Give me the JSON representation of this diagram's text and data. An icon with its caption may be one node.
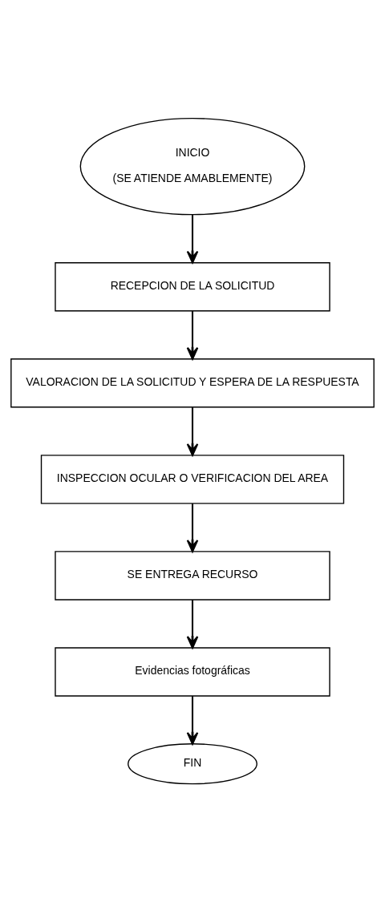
{
  "diagram": {
    "nodes": [
      {
        "text": [
          "INICIO",
          "(SE ATIENDE AMABLEMENTE)"
        ]
      },
      {
        "text": [
          "RECEPCION DE LA SOLICITUD"
        ]
      },
      {
        "text": [
          "VALORACION DE LA SOLICITUD Y ESPERA DE LA RESPUESTA"
        ]
      },
      {
        "text": [
          "INSPECCION OCULAR O VERIFICACION DEL AREA"
        ]
      },
      {
        "text": [
          "SE ENTREGA RECURSO"
        ]
      },
      {
        "text": [
          "Evidencias fotográficas"
        ]
      },
      {
        "text": [
          "FIN"
        ]
      }
    ],
    "edges": [
      {
        "from": 0,
        "to": 1,
        "arrow": "to"
      },
      {
        "from": 1,
        "to": 2,
        "arrow": "to"
      },
      {
        "from": 2,
        "to": 3,
        "arrow": "to"
      },
      {
        "from": 3,
        "to": 4,
        "arrow": "to"
      },
      {
        "from": 4,
        "to": 5,
        "arrow": "to"
      },
      {
        "from": 5,
        "to": 6,
        "arrow": "to"
      }
    ]
  }
}
